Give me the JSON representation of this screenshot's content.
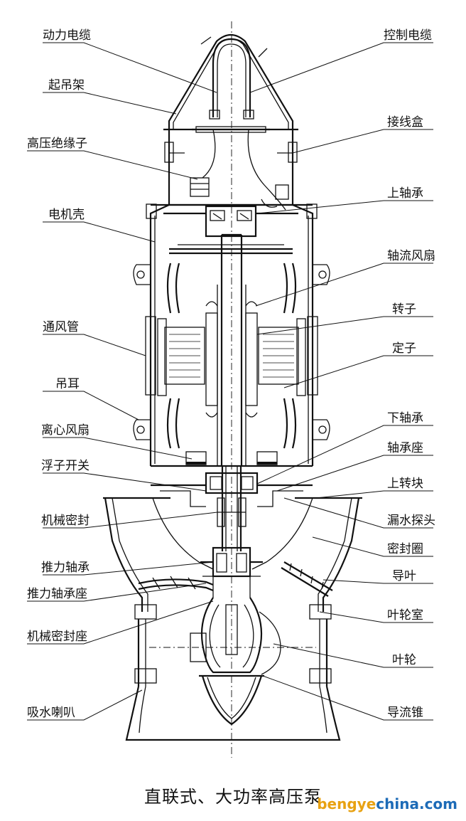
{
  "caption": "直联式、大功率高压泵",
  "watermark": {
    "part1": "bengye",
    "part2": "china.com"
  },
  "labels_left": [
    "动力电缆",
    "起吊架",
    "高压绝缘子",
    "电机壳",
    "通风管",
    "吊耳",
    "离心风扇",
    "浮子开关",
    "机械密封",
    "推力轴承",
    "推力轴承座",
    "机械密封座",
    "吸水喇叭"
  ],
  "labels_right": [
    "控制电缆",
    "接线盒",
    "上轴承",
    "轴流风扇",
    "转子",
    "定子",
    "下轴承",
    "轴承座",
    "上转块",
    "漏水探头",
    "密封圈",
    "导叶",
    "叶轮室",
    "叶轮",
    "导流锥"
  ],
  "colors": {
    "line": "#111111",
    "watermark_orange": "#e8a213",
    "watermark_blue": "#1d6bb7"
  }
}
